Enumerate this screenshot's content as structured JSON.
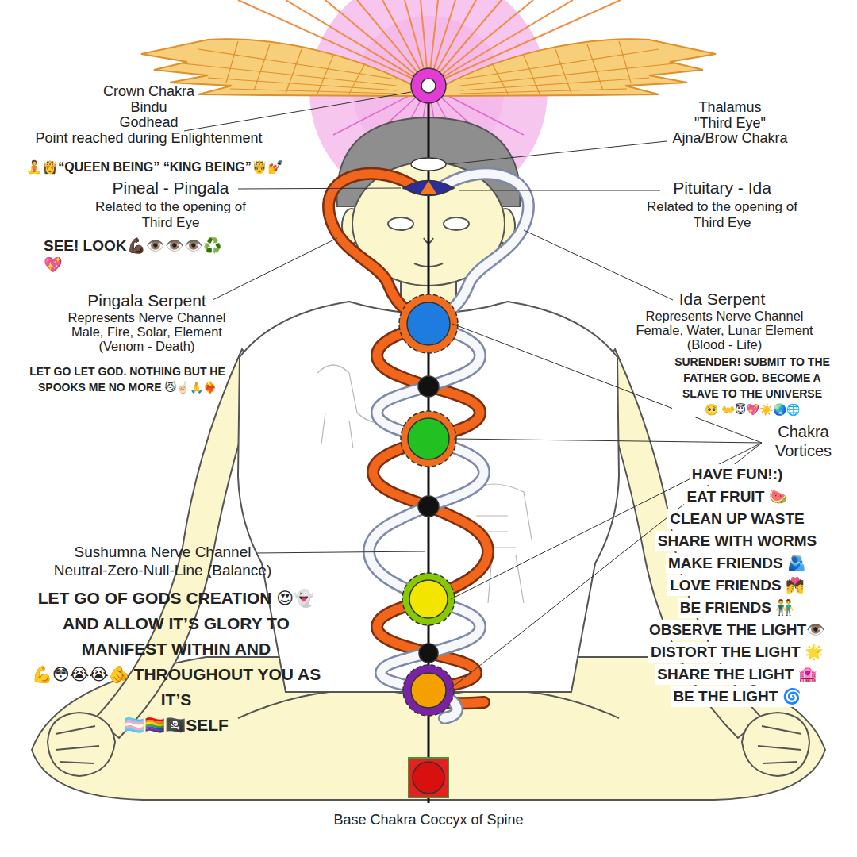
{
  "diagram": {
    "labels": [
      "Crown Chakra Bindu Godhead Point reached during Enlightenment",
      "🧘👸“QUEEN BEING” “KING BEING”🤴💅",
      "Thalamus \"Third Eye\" Ajna/Brow Chakra",
      "Pineal - Pingala",
      "Related to the opening of Third Eye",
      "SEE! LOOK💪🏿👁️👁️👁️♻️ 💖",
      "Pituitary - Ida",
      "Related to the opening of Third Eye",
      "Pingala Serpent",
      "Represents Nerve Channel Male, Fire, Solar, Element (Venom - Death)",
      "LET GO LET GOD. NOTHING BUT HE SPOOKS ME NO MORE 😼☝🏻🙏❤️‍🔥",
      "Ida Serpent",
      "Represents Nerve Channel Female, Water, Lunar Element (Blood - Life)",
      "SURENDER! SUBMIT TO THE FATHER GOD. BECOME A SLAVE TO THE UNIVERSE 🥺 👐😇💖☀️🌏🌐",
      "Chakra Vortices",
      "HAVE FUN!:)",
      "EAT FRUIT 🍉",
      "CLEAN UP WASTE",
      "SHARE WITH WORMS",
      "MAKE FRIENDS 🫂",
      "LOVE FRIENDS 💏",
      "BE FRIENDS 👬",
      "OBSERVE THE LIGHT👁️",
      "DISTORT THE LIGHT 🌟",
      "SHARE THE LIGHT 🏩",
      "BE THE LIGHT 🌀",
      "Sushumna Nerve Channel Neutral-Zero-Null-Line (Balance)",
      "LET GO OF GODS CREATION 😍👻 AND ALLOW IT’S GLORY TO MANIFEST WITHIN AND 💪😳😭😭🫵 THROUGHOUT YOU AS IT’S 🏳️‍⚧️🏳️‍🌈🏴‍☠️SELF",
      "Base Chakra Coccyx of Spine"
    ]
  }
}
